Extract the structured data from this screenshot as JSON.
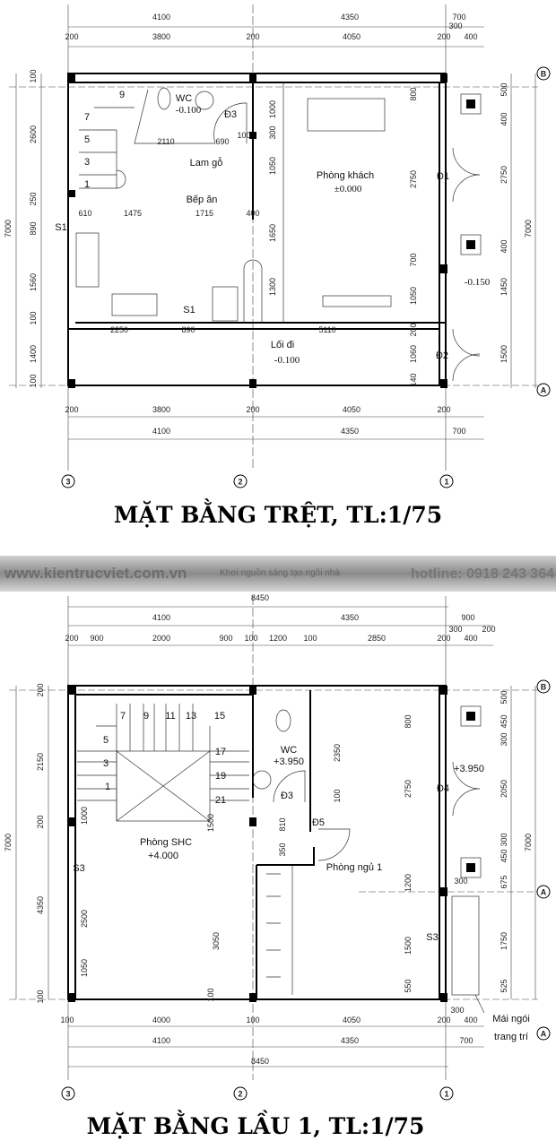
{
  "plan1": {
    "title": "MẶT BẰNG TRỆT, TL:1/75",
    "labels": [
      "4100",
      "4350",
      "700",
      "200",
      "3800",
      "200",
      "4050",
      "200",
      "300",
      "400",
      "100",
      "2600",
      "250",
      "890",
      "1560",
      "100",
      "1400",
      "100",
      "7000",
      "500",
      "400",
      "2750",
      "400",
      "1450",
      "1500",
      "7000",
      "1000",
      "300",
      "1050",
      "1650",
      "1300",
      "800",
      "2750",
      "700",
      "1050",
      "200",
      "1060",
      "140",
      "610",
      "1475",
      "1715",
      "400",
      "2110",
      "690",
      "100",
      "2250",
      "890",
      "5110",
      "200",
      "3800",
      "200",
      "4050",
      "200",
      "4100",
      "4350",
      "700"
    ],
    "rooms": [
      "9",
      "7",
      "5",
      "3",
      "1",
      "WC",
      "-0.100",
      "Đ3",
      "Lam gỗ",
      "Phòng khách",
      "±0.000",
      "Bếp ăn",
      "S1",
      "S1",
      "Đ1",
      "-0.150",
      "Đ2",
      "Lối đi",
      "-0.100"
    ],
    "axes": [
      "3",
      "2",
      "1",
      "B",
      "A"
    ]
  },
  "banner": {
    "website": "www.kientrucviet.com.vn",
    "slogan": "Khơi nguồn sáng tạo ngôi nhà",
    "hotline": "hotline: 0918 243 364"
  },
  "plan2": {
    "title": "MẶT BẰNG LẦU 1, TL:1/75",
    "labels": [
      "8450",
      "4100",
      "4350",
      "900",
      "200",
      "900",
      "2000",
      "900",
      "100",
      "1200",
      "100",
      "2850",
      "200",
      "300",
      "400",
      "200",
      "200",
      "2150",
      "200",
      "4350",
      "100",
      "7000",
      "1000",
      "2500",
      "1050",
      "2350",
      "100",
      "810",
      "350",
      "1500",
      "3050",
      "100",
      "800",
      "2750",
      "1200",
      "1500",
      "550",
      "500",
      "450",
      "300",
      "2050",
      "300",
      "450",
      "675",
      "1750",
      "525",
      "7000",
      "100",
      "4000",
      "100",
      "4050",
      "200",
      "300",
      "400",
      "4100",
      "4350",
      "700",
      "8450"
    ],
    "rooms": [
      "7",
      "9",
      "11",
      "13",
      "15",
      "5",
      "17",
      "3",
      "19",
      "1",
      "21",
      "WC",
      "+3.950",
      "Đ3",
      "Đ5",
      "+3.950",
      "Đ4",
      "300",
      "S3",
      "S3",
      "Phòng SHC",
      "+4.000",
      "Phòng ngủ 1",
      "Mái ngói",
      "trang trí"
    ],
    "axes": [
      "3",
      "2",
      "1",
      "B",
      "A",
      "A"
    ]
  }
}
